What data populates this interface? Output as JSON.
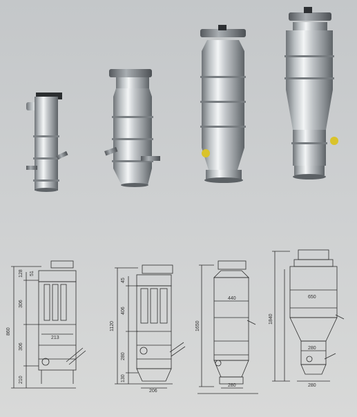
{
  "drawings": {
    "d1": {
      "h_total": "860",
      "h_top": "128",
      "h_lid": "51",
      "h_upper": "306",
      "h_lower": "306",
      "h_base": "210",
      "w_body": "213"
    },
    "d2": {
      "h_total": "1120",
      "h_lid": "45",
      "h_upper": "406",
      "h_lower": "280",
      "h_base": "130",
      "w_body": "206"
    },
    "d3": {
      "h_total": "1650",
      "w_body": "440",
      "w_base": "280"
    },
    "d4": {
      "h_total": "1840",
      "w_top": "650",
      "w_lower": "280",
      "w_base": "280"
    }
  }
}
